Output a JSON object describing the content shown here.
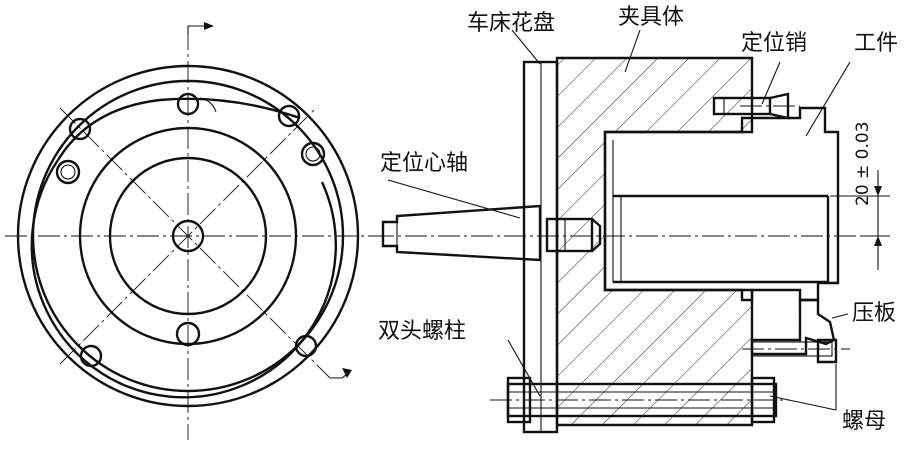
{
  "labels": {
    "faceplate": "车床花盘",
    "fixture_body": "夹具体",
    "locating_pin": "定位销",
    "workpiece": "工件",
    "locating_mandrel": "定位心轴",
    "clamp_plate": "压板",
    "double_end_stud": "双头螺柱",
    "nut": "螺母",
    "dimension": "20 ± 0.03"
  }
}
